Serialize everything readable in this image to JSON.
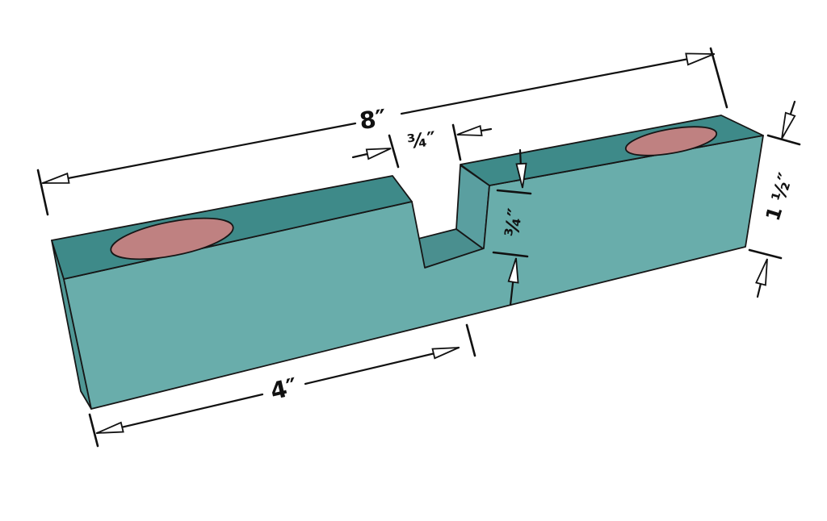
{
  "figure": {
    "kind": "isometric-technical-drawing",
    "subject": "notched-bar-with-dado"
  },
  "labels": {
    "overall_length": "8″",
    "notch_width": "¾″",
    "notch_depth": "¾″",
    "left_offset": "4″",
    "bar_height": "1 ½″"
  },
  "colors": {
    "top_face": "#3e8a89",
    "front_face": "#69adab",
    "end_face": "#4f9795",
    "notch_wall": "#5a9fa0",
    "notch_bottom": "#4a8f8f",
    "hole_fill": "#bf8181",
    "outline": "#161616",
    "dimension": "#111111",
    "background": "#ffffff"
  }
}
